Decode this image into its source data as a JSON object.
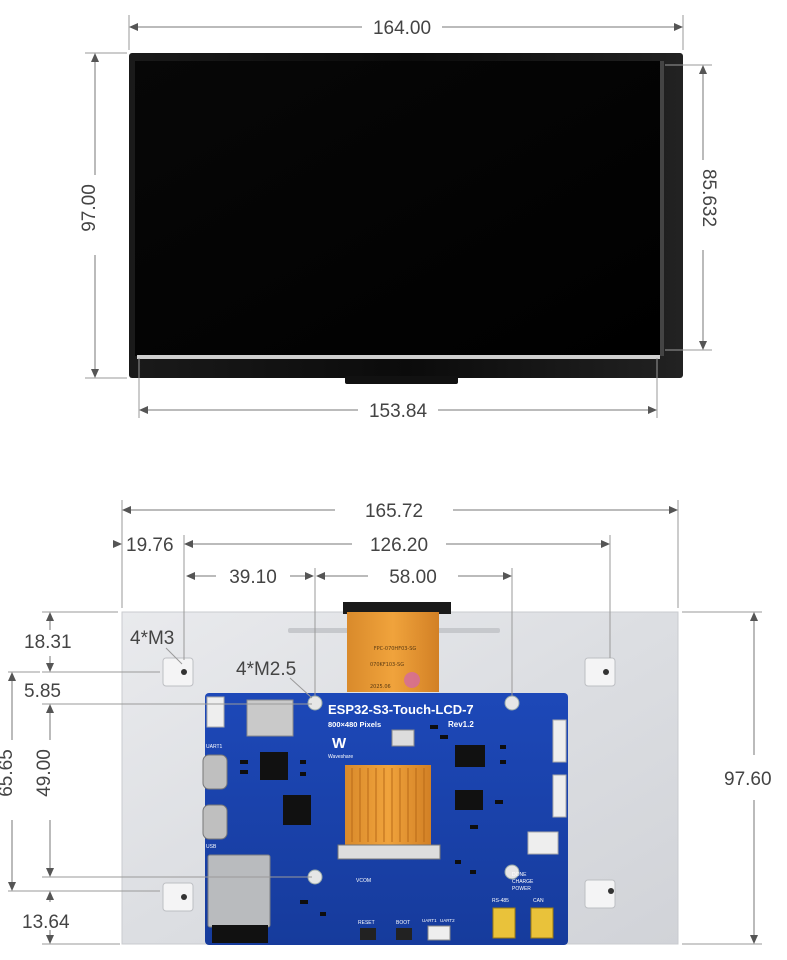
{
  "top_view": {
    "width_label": "164.00",
    "height_label": "97.00",
    "active_height_label": "85.632",
    "active_width_label": "153.84"
  },
  "back_view": {
    "total_width_label": "165.72",
    "offset_left_label": "19.76",
    "hole_span_m3_label": "126.20",
    "offset_m25_label": "39.10",
    "hole_span_m25_label": "58.00",
    "top_offset_label": "18.31",
    "m3_label": "4*M3",
    "m25_label": "4*M2.5",
    "m25_top_offset_label": "5.85",
    "m3_vertical_span_label": "65.65",
    "m25_vertical_span_label": "49.00",
    "bottom_offset_label": "13.64",
    "total_height_label": "97.60"
  },
  "board": {
    "title": "ESP32-S3-Touch-LCD-7",
    "resolution": "800×480 Pixels",
    "revision": "Rev1.2",
    "brand": "Waveshare",
    "fpc_text_1": "FPC-070HF03-SG",
    "fpc_text_2": "070KF103-SG",
    "fpc_text_3": "2025.06",
    "labels": {
      "uart1": "UART1",
      "usb": "USB",
      "vcom": "VCOM",
      "reset": "RESET",
      "boot": "BOOT",
      "uart1_sw": "UART1",
      "uart2_sw": "UART2",
      "rs485": "RS-485",
      "can": "CAN",
      "done": "DONE",
      "charge": "CHARGE",
      "power": "POWER"
    }
  }
}
